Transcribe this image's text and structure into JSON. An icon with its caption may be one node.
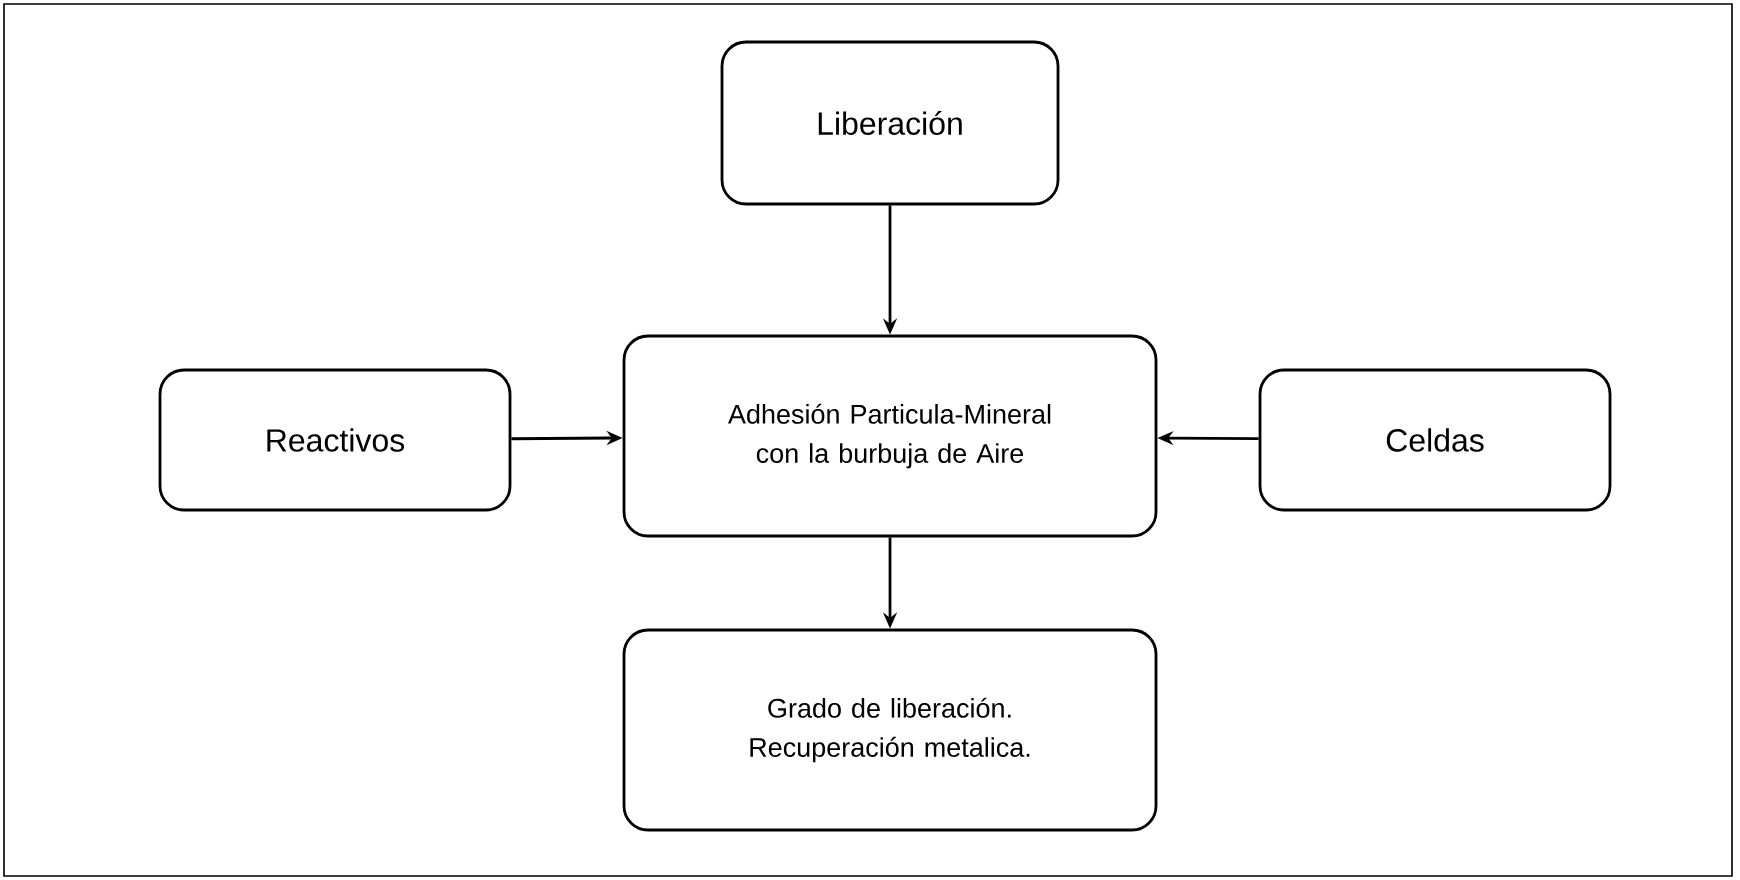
{
  "diagram": {
    "nodes": [
      {
        "text": [
          "Liberación"
        ]
      },
      {
        "text": [
          "Reactivos"
        ]
      },
      {
        "text": [
          "Adhesión Particula-Mineral con la burbuja de Aire"
        ]
      },
      {
        "text": [
          "Celdas"
        ]
      },
      {
        "text": [
          "Grado de liberación. Recuperación metalica."
        ]
      }
    ],
    "edges": [
      {
        "from": 0,
        "to": 2,
        "arrow": "to"
      },
      {
        "from": 1,
        "to": 2,
        "arrow": "to"
      },
      {
        "from": 3,
        "to": 2,
        "arrow": "to"
      },
      {
        "from": 2,
        "to": 4,
        "arrow": "to"
      }
    ]
  }
}
